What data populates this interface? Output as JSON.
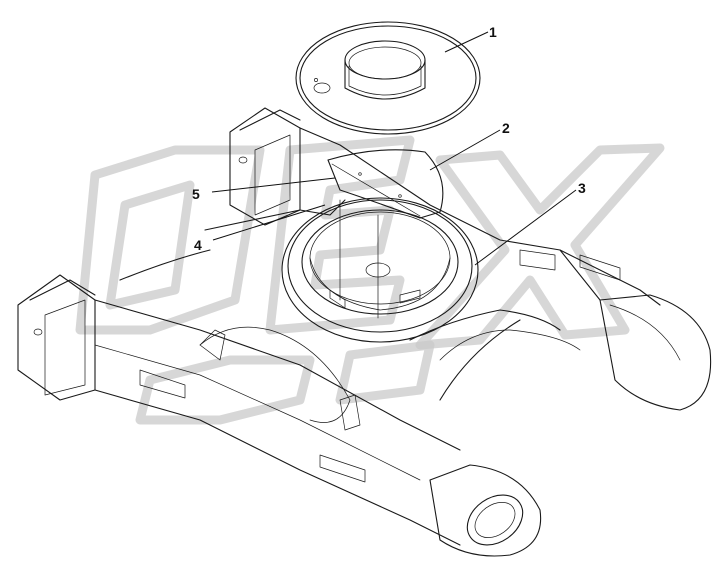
{
  "watermark": {
    "text": "DEX"
  },
  "callouts": [
    {
      "id": "1",
      "label": "1"
    },
    {
      "id": "2",
      "label": "2"
    },
    {
      "id": "3",
      "label": "3"
    },
    {
      "id": "4",
      "label": "4"
    },
    {
      "id": "5",
      "label": "5"
    }
  ]
}
